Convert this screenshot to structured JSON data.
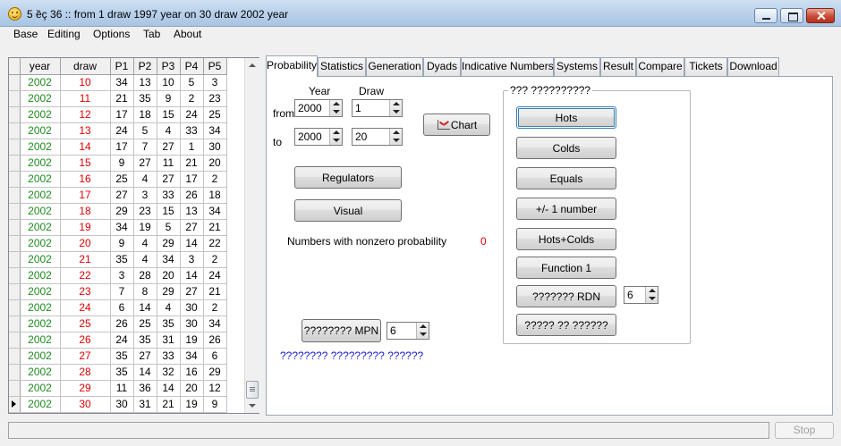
{
  "window": {
    "title": "5 ȅç 36 :: from 1 draw 1997 year on 30 draw 2002 year"
  },
  "menu": [
    "Base",
    "Editing",
    "Options",
    "Tab",
    "About"
  ],
  "grid": {
    "columns": [
      "year",
      "draw",
      "P1",
      "P2",
      "P3",
      "P4",
      "P5"
    ],
    "rows": [
      [
        "2002",
        "10",
        "34",
        "13",
        "10",
        "5",
        "3"
      ],
      [
        "2002",
        "11",
        "21",
        "35",
        "9",
        "2",
        "23"
      ],
      [
        "2002",
        "12",
        "17",
        "18",
        "15",
        "24",
        "25"
      ],
      [
        "2002",
        "13",
        "24",
        "5",
        "4",
        "33",
        "34"
      ],
      [
        "2002",
        "14",
        "17",
        "7",
        "27",
        "1",
        "30"
      ],
      [
        "2002",
        "15",
        "9",
        "27",
        "11",
        "21",
        "20"
      ],
      [
        "2002",
        "16",
        "25",
        "4",
        "27",
        "17",
        "2"
      ],
      [
        "2002",
        "17",
        "27",
        "3",
        "33",
        "26",
        "18"
      ],
      [
        "2002",
        "18",
        "29",
        "23",
        "15",
        "13",
        "34"
      ],
      [
        "2002",
        "19",
        "34",
        "19",
        "5",
        "27",
        "21"
      ],
      [
        "2002",
        "20",
        "9",
        "4",
        "29",
        "14",
        "22"
      ],
      [
        "2002",
        "21",
        "35",
        "4",
        "34",
        "3",
        "2"
      ],
      [
        "2002",
        "22",
        "3",
        "28",
        "20",
        "14",
        "24"
      ],
      [
        "2002",
        "23",
        "7",
        "8",
        "29",
        "27",
        "21"
      ],
      [
        "2002",
        "24",
        "6",
        "14",
        "4",
        "30",
        "2"
      ],
      [
        "2002",
        "25",
        "26",
        "25",
        "35",
        "30",
        "34"
      ],
      [
        "2002",
        "26",
        "24",
        "35",
        "31",
        "19",
        "26"
      ],
      [
        "2002",
        "27",
        "35",
        "27",
        "33",
        "34",
        "6"
      ],
      [
        "2002",
        "28",
        "35",
        "14",
        "32",
        "16",
        "29"
      ],
      [
        "2002",
        "29",
        "11",
        "36",
        "14",
        "20",
        "12"
      ],
      [
        "2002",
        "30",
        "30",
        "31",
        "21",
        "19",
        "9"
      ]
    ],
    "current_row_index": 20,
    "colors": {
      "year": "#1e8a1e",
      "draw": "#e00000"
    }
  },
  "tabs": [
    "Probability",
    "Statistics",
    "Generation",
    "Dyads",
    "Indicative Numbers",
    "Systems",
    "Result",
    "Compare",
    "Tickets",
    "Download"
  ],
  "active_tab": "Probability",
  "probability": {
    "year_label": "Year",
    "draw_label": "Draw",
    "from_label": "from",
    "to_label": "to",
    "from_year": "2000",
    "from_draw": "1",
    "to_year": "2000",
    "to_draw": "20",
    "chart_button": "Chart",
    "regulators_button": "Regulators",
    "visual_button": "Visual",
    "nonzero_label": "Numbers with nonzero probability",
    "nonzero_value": "0",
    "mpn_button": "???????? MPN",
    "mpn_value": "6",
    "blue_text": "???????? ????????? ??????",
    "group_title": "??? ??????????",
    "group_buttons": [
      "Hots",
      "Colds",
      "Equals",
      "+/- 1 number",
      "Hots+Colds",
      "Function 1",
      "??????? RDN",
      "????? ?? ??????"
    ],
    "rdn_value": "6"
  },
  "status": {
    "text": "",
    "stop_button": "Stop"
  }
}
